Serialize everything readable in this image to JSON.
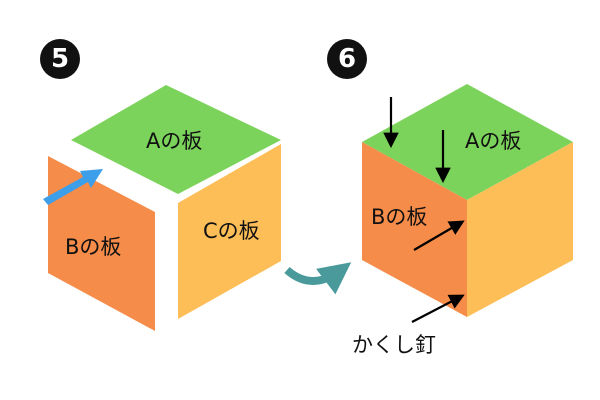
{
  "steps": {
    "step5": "5",
    "step6": "6"
  },
  "left_cube": {
    "board_a_label": "Aの板",
    "board_b_label": "Bの板",
    "board_c_label": "Cの板"
  },
  "right_cube": {
    "board_a_label": "Aの板",
    "board_b_label": "Bの板",
    "hidden_nail_label": "かくし釘"
  },
  "colors": {
    "board_a": "#7bd35b",
    "board_b": "#f58c4a",
    "board_c": "#fdbe58",
    "push_arrow": "#3d9ee9",
    "transition_arrow": "#4a9a9c",
    "nail_arrow": "#000000"
  }
}
